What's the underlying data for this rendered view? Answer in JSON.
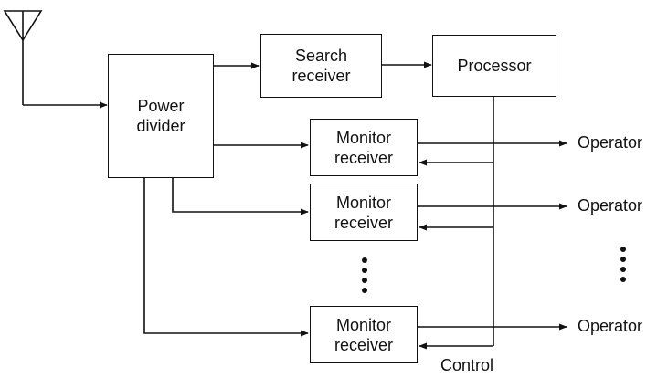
{
  "blocks": {
    "power_divider": [
      "Power",
      "divider"
    ],
    "search_receiver": [
      "Search",
      "receiver"
    ],
    "processor": [
      "Processor"
    ],
    "monitor_1": [
      "Monitor",
      "receiver"
    ],
    "monitor_2": [
      "Monitor",
      "receiver"
    ],
    "monitor_3": [
      "Monitor",
      "receiver"
    ]
  },
  "outputs": {
    "operator_1": "Operator",
    "operator_2": "Operator",
    "operator_3": "Operator"
  },
  "control_label": "Control"
}
